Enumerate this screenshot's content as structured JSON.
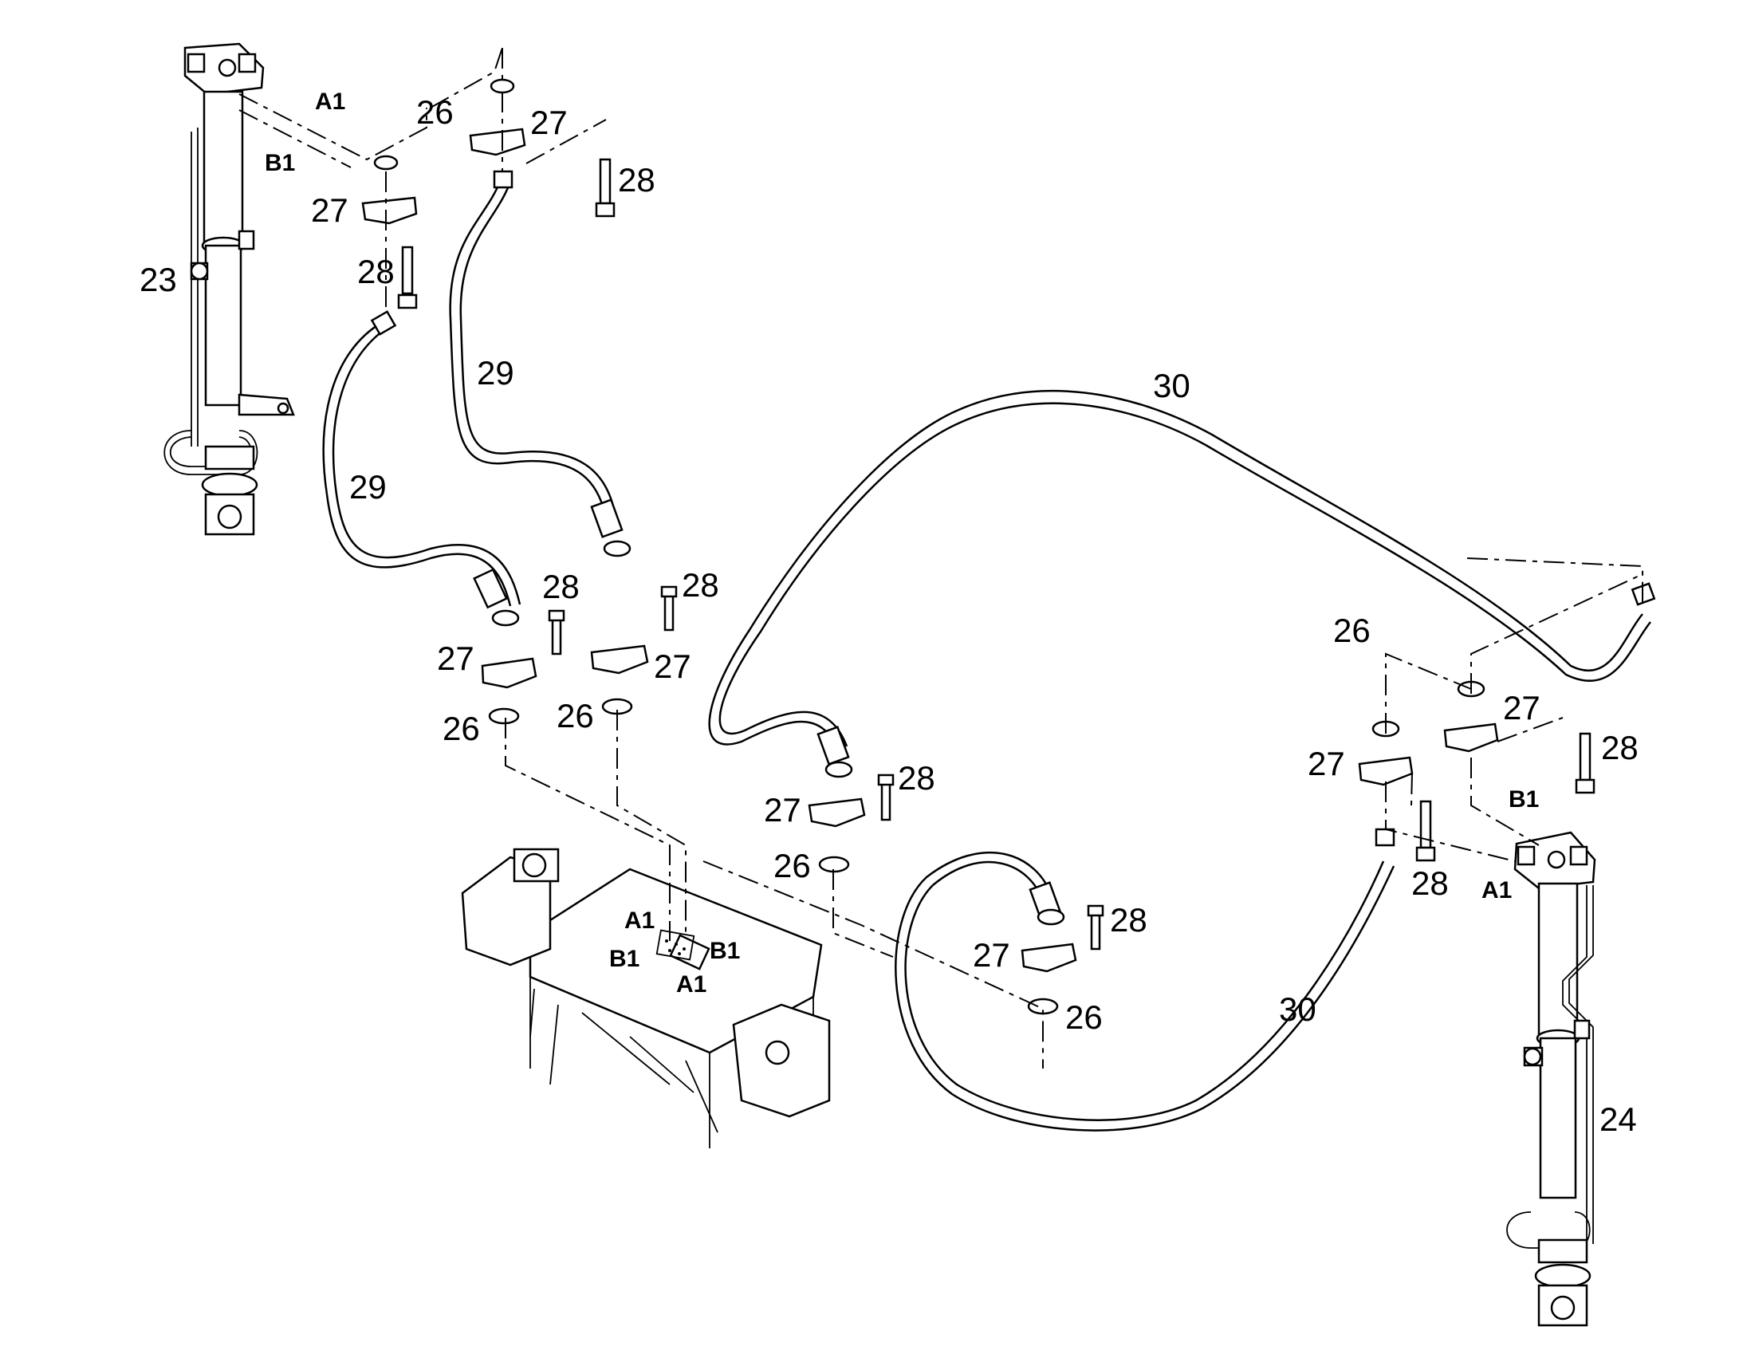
{
  "figure": {
    "callouts": {
      "c23": "23",
      "c24": "24",
      "c26": "26",
      "c27": "27",
      "c28": "28",
      "c29": "29",
      "c30": "30"
    },
    "ports": {
      "a1": "A1",
      "b1": "B1"
    }
  }
}
